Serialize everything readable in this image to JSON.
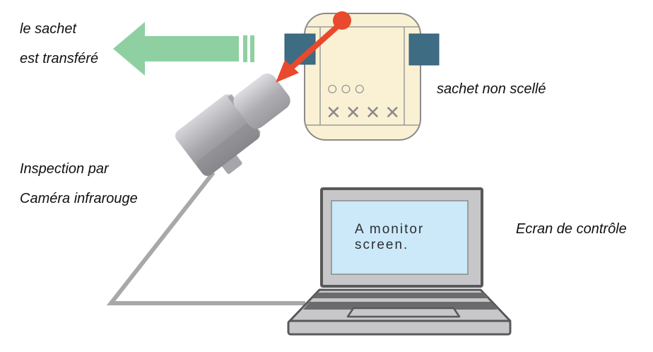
{
  "diagram": {
    "labels": {
      "transfer_line1": "le sachet",
      "transfer_line2": "est transféré",
      "inspection_line1": "Inspection par",
      "inspection_line2": "Caméra infrarouge",
      "sachet": "sachet non scellé",
      "monitor": "Ecran de contrôle"
    },
    "laptop": {
      "screen_line1": "A monitor",
      "screen_line2": "screen."
    },
    "sachet_markings": {
      "circles": "○○○",
      "crosses": "✕✕✕✕"
    },
    "colors": {
      "arrow_green": "#8FD0A2",
      "sachet_fill": "#FAF1D4",
      "sachet_border": "#8A8A8A",
      "sachet_line": "#9A9A9A",
      "tab_teal": "#3E6C83",
      "marker_red": "#E9492C",
      "cable_gray": "#A8A8AB",
      "laptop_body": "#C7C7C9",
      "laptop_border": "#58585A",
      "keyboard_dark": "#6B6B6E",
      "screen_blue": "#CBE9F8",
      "camera_light": "#D6D6DA",
      "camera_mid": "#A6A6AA",
      "camera_dark": "#84848A",
      "camera_lens_light": "#DEDEE2",
      "camera_lens_mid": "#AEAEB2",
      "camera_lens_dark": "#9A9A9E",
      "label_text": "#111111",
      "screen_text": "#2D2D36",
      "marking_gray": "#8A8A8A"
    }
  }
}
